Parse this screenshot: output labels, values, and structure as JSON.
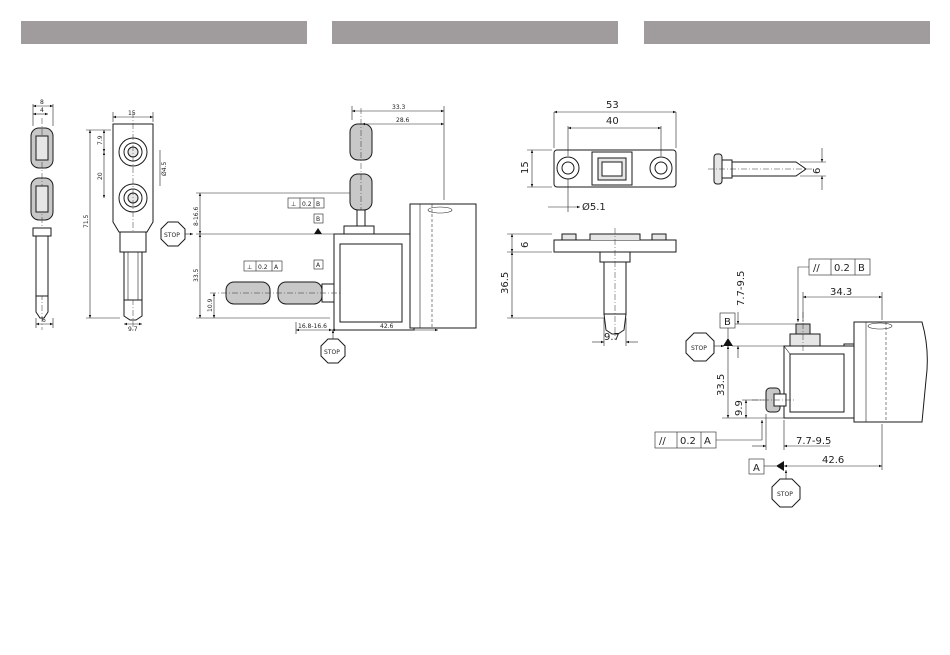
{
  "labels": {
    "stop": "STOP",
    "datum_a": "A",
    "datum_b": "B",
    "tol_parallel": "//",
    "tol_perp": "⊥",
    "tol_value": "0.2",
    "tol_a": "A",
    "tol_b": "B"
  },
  "left_dims": {
    "d8": "8",
    "d4": "4",
    "d15": "15",
    "d7_9": "7.9",
    "d20": "20",
    "d4_5": "Ø4.5",
    "d71_5": "71.5",
    "d6": "6",
    "d9_7": "9.7",
    "d33_3": "33.3",
    "d28_6": "28.6",
    "d8_16": "8-16.6",
    "d33_5": "33.5",
    "d10_9": "10.9",
    "d16_8": "16.8-16.6",
    "d42_6": "42.6"
  },
  "mid_dims": {
    "d53": "53",
    "d40": "40",
    "d15": "15",
    "d5_1": "Ø5.1",
    "d6a": "6",
    "d36_5": "36.5",
    "d9_7": "9.7",
    "d6b": "6"
  },
  "right_dims": {
    "d7_7": "7.7-9.5",
    "d34_3": "34.3",
    "d33_5": "33.5",
    "d9_9": "9.9",
    "d7_7b": "7.7-9.5",
    "d42_6": "42.6"
  }
}
